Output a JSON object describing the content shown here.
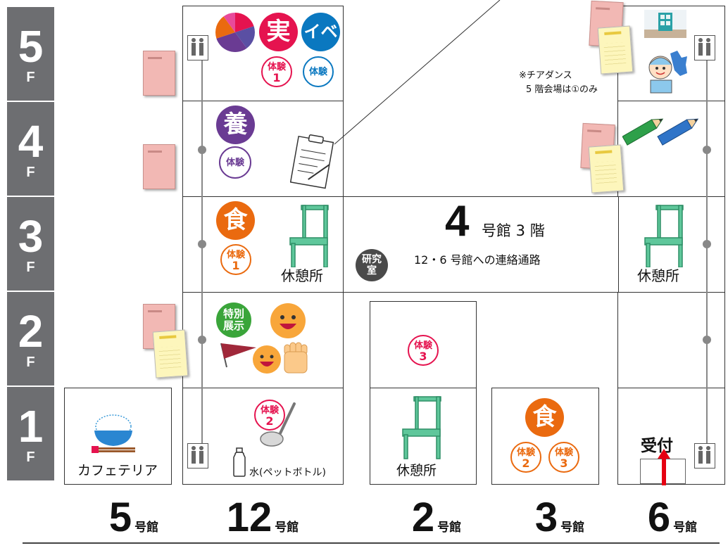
{
  "floors": [
    "5",
    "4",
    "3",
    "2",
    "1"
  ],
  "floor_suffix": "F",
  "buildings": [
    {
      "num": "5",
      "suffix": "号館"
    },
    {
      "num": "12",
      "suffix": "号館"
    },
    {
      "num": "2",
      "suffix": "号館"
    },
    {
      "num": "3",
      "suffix": "号館"
    },
    {
      "num": "6",
      "suffix": "号館"
    }
  ],
  "badges": {
    "jitsu": "実",
    "ibe": "イベ",
    "you": "養",
    "shoku": "食",
    "tokubetsu_line1": "特別",
    "tokubetsu_line2": "展示",
    "kenkyu_line1": "研究",
    "kenkyu_line2": "室"
  },
  "taiken_label": "体験",
  "taiken_numbers": {
    "one": "1",
    "two": "2",
    "three": "3"
  },
  "rest_area": "休憩所",
  "cafeteria": "カフェテリア",
  "water": "水(ペットボトル)",
  "reception": "受付",
  "cheer_note_line1": "※チアダンス",
  "cheer_note_line2": "5 階会場は①のみ",
  "corridor": {
    "num": "4",
    "title": "号館 3 階",
    "subtitle": "12・6 号館への連絡通路"
  },
  "colors": {
    "floor_tab": "#6d6e71",
    "jitsu": "#e5134f",
    "ibe": "#0a78c0",
    "you": "#6a3b93",
    "shoku": "#ea6a0f",
    "tokubetsu": "#3aa53a",
    "kenkyu": "#4a4a4a",
    "chair": "#5fc79b",
    "arrow": "#e60012"
  }
}
